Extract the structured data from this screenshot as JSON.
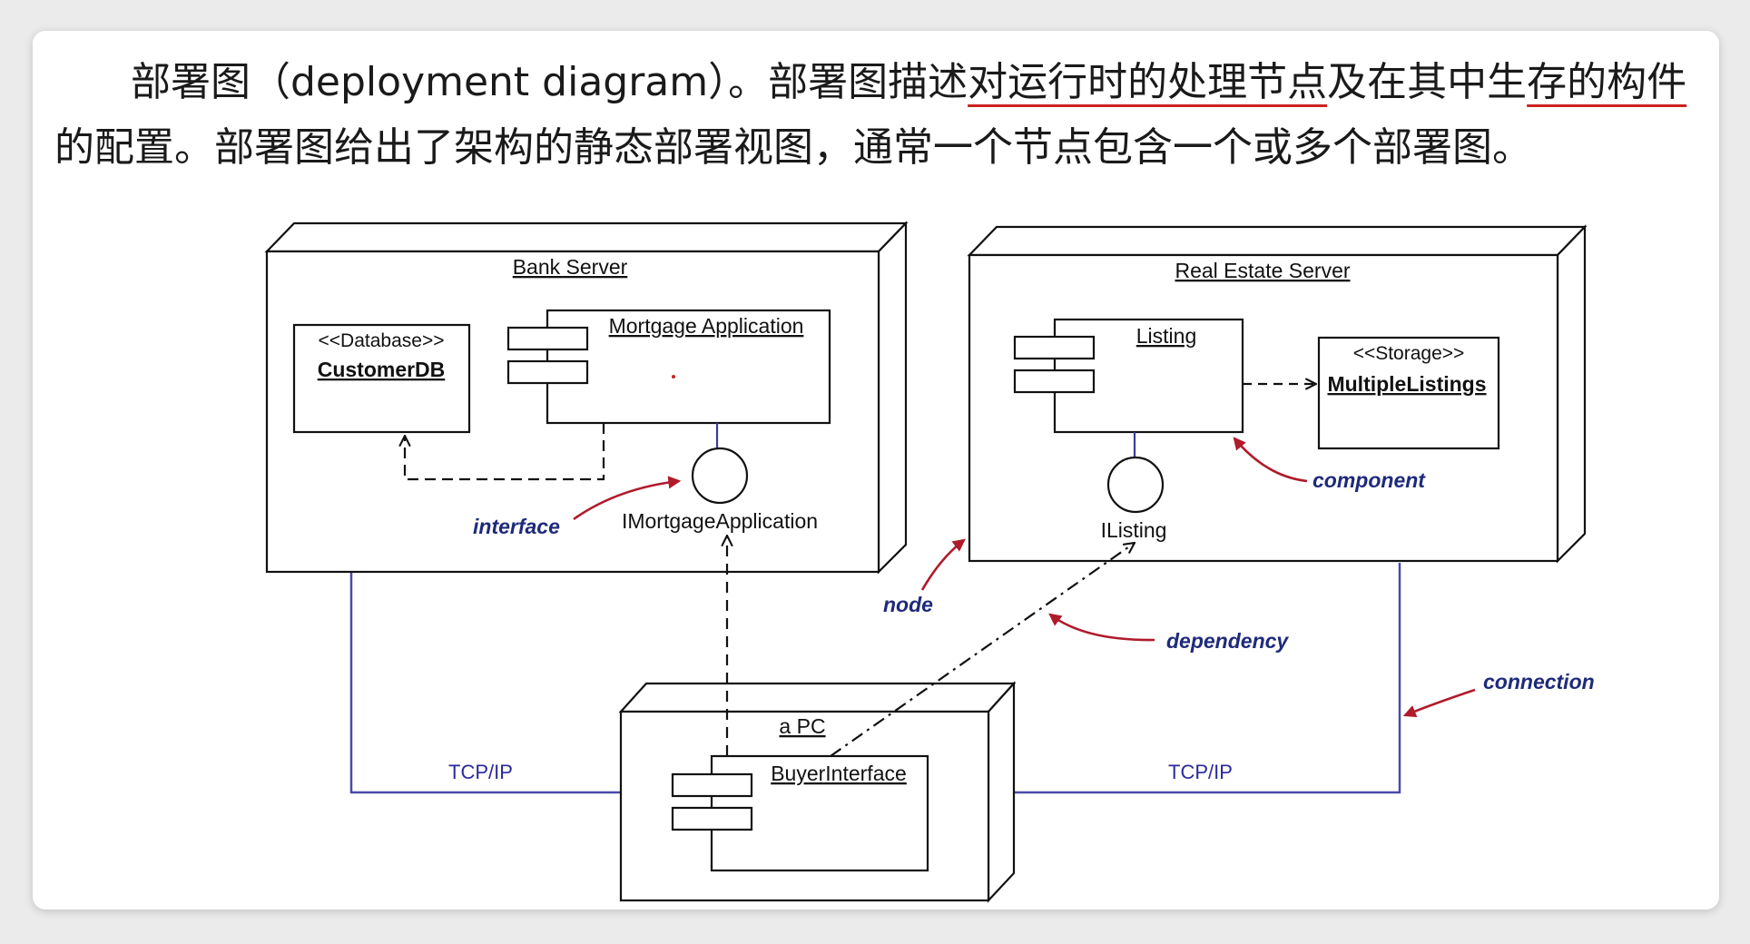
{
  "paragraph": {
    "line1_prefix": "部署图（deployment diagram）。部署图描述",
    "line1_underlined": "对运行时的处理节点",
    "line1_middle": "及在其中生",
    "line1_underlined2": "存的构件",
    "line2": "的配置。部署图给出了架构的静态部署视图，通常一个节点包含一个或多个部署图。"
  },
  "nodes": {
    "bank_server": "Bank Server",
    "real_estate_server": "Real Estate Server",
    "pc": "a PC"
  },
  "components": {
    "customer_db_stereotype": "<<Database>>",
    "customer_db_name": "CustomerDB",
    "mortgage_app": "Mortgage Application",
    "imortgage_interface": "IMortgageApplication",
    "listing": "Listing",
    "ilisting_interface": "IListing",
    "storage_stereotype": "<<Storage>>",
    "multiple_listings": "MultipleListings",
    "buyer_interface": "BuyerInterface"
  },
  "connections": {
    "left_protocol": "TCP/IP",
    "right_protocol": "TCP/IP"
  },
  "annotations": {
    "interface": "interface",
    "component": "component",
    "node": "node",
    "dependency": "dependency",
    "connection": "connection"
  },
  "colors": {
    "annotation_text": "#1e2a7a",
    "annotation_arrow": "#b01a2a",
    "connection_line": "#4a4aa8",
    "underline_red": "#cc2222"
  }
}
